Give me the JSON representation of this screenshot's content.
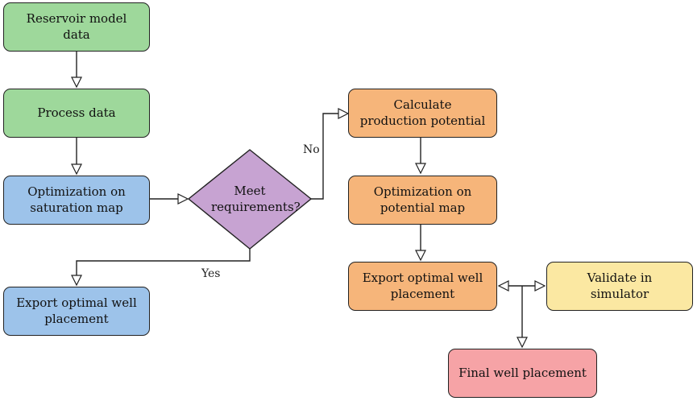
{
  "nodes": {
    "reservoir": "Reservoir model data",
    "process": "Process data",
    "opt_saturation": "Optimization on saturation map",
    "decision": "Meet requirements?",
    "export_left": "Export optimal well placement",
    "calc_production": "Calculate production potential",
    "opt_potential": "Optimization on potential map",
    "export_right": "Export optimal well placement",
    "validate": "Validate in simulator",
    "final": "Final well placement"
  },
  "edge_labels": {
    "no": "No",
    "yes": "Yes"
  },
  "colors": {
    "green": "#9ed89b",
    "blue": "#9dc3ea",
    "purple": "#c7a3d2",
    "orange": "#f6b57a",
    "yellow": "#fbe8a2",
    "pink": "#f6a3a6"
  }
}
